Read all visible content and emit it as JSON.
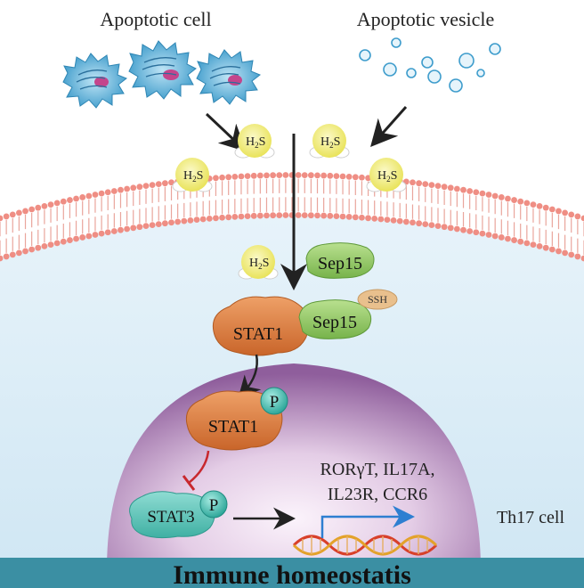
{
  "labels": {
    "apoptotic_cell": "Apoptotic cell",
    "apoptotic_vesicle": "Apoptotic vesicle",
    "h2s_main": "H",
    "h2s_sub": "2",
    "h2s_tail": "S",
    "sep15": "Sep15",
    "ssh": "SSH",
    "stat1": "STAT1",
    "stat3": "STAT3",
    "phospho": "P",
    "genes_line1": "RORγT, IL17A,",
    "genes_line2": "IL23R, CCR6",
    "th17_cell": "Th17 cell",
    "footer": "Immune homeostatis"
  },
  "colors": {
    "background_top": "#f4fafd",
    "cytoplasm": "#d9ecf7",
    "membrane_head": "#ef8e84",
    "nucleus_outer": "#9a6aa6",
    "nucleus_inner": "#f7ecf7",
    "stat_orange": "#d9793c",
    "stat3_teal": "#5fc6bb",
    "sep15_green": "#8fc666",
    "h2s_yellow": "#f1ed7c",
    "cell_blue": "#3d9ccc",
    "footer_bar": "#3b8fa3",
    "arrow_blue": "#2e7fd1",
    "inhibit_red": "#c8282e"
  }
}
